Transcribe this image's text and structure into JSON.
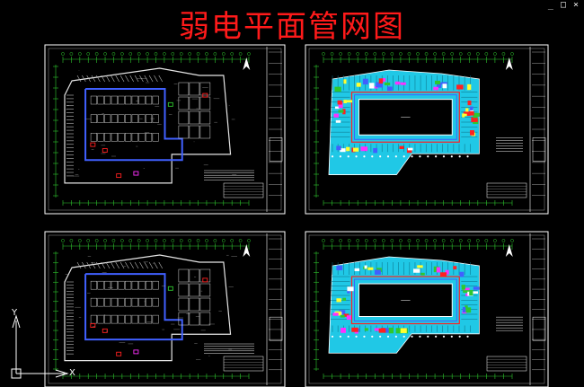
{
  "window": {
    "controls": {
      "minimize": "_",
      "restore": "□",
      "close": "×"
    }
  },
  "drawing": {
    "title": "弱电平面管网图",
    "background": "#000000",
    "title_color": "#ff1a1a",
    "sheets": [
      {
        "id": "sheet-top-left",
        "style": "basement-plan-white"
      },
      {
        "id": "sheet-top-right",
        "style": "floor-plan-colored"
      },
      {
        "id": "sheet-bottom-left",
        "style": "basement-plan-white"
      },
      {
        "id": "sheet-bottom-right",
        "style": "floor-plan-colored"
      }
    ]
  },
  "ucs_icon": {
    "y_label": "Y",
    "x_label": "X"
  },
  "colors": {
    "sheet_border": "#ffffff",
    "grid_green": "#2ec82e",
    "wall_blue": "#4060ff",
    "cyan_fill": "#20c8e6",
    "magenta": "#ff30ff",
    "red": "#ff2020",
    "yellow": "#ffff30"
  }
}
